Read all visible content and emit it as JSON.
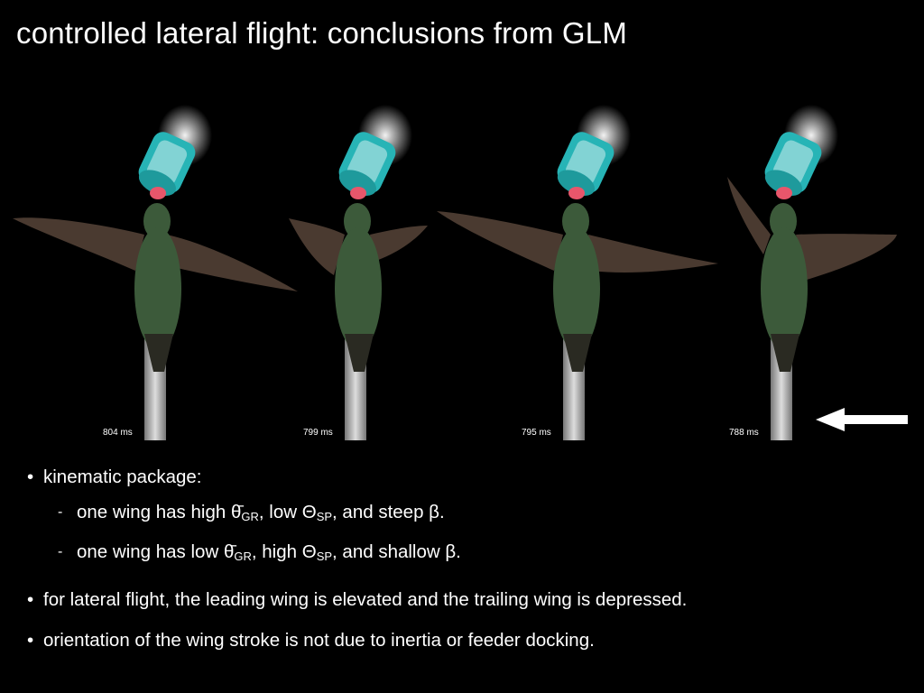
{
  "slide": {
    "title": "controlled lateral flight: conclusions from GLM"
  },
  "frames": [
    {
      "time": "804 ms"
    },
    {
      "time": "799 ms"
    },
    {
      "time": "795 ms"
    },
    {
      "time": "788 ms"
    }
  ],
  "direction_arrow": {
    "icon": "left-arrow-icon",
    "color": "#ffffff"
  },
  "bullets": {
    "b1": "kinematic package:",
    "sub1": {
      "prefix": "one wing has high ",
      "theta_bar": "θ̄",
      "gr": "GR",
      "mid1": ", low ",
      "theta_cap": "Θ",
      "sp": "SP",
      "suffix": ", and steep β."
    },
    "sub2": {
      "prefix": "one wing has low ",
      "theta_bar": "θ̄",
      "gr": "GR",
      "mid1": ", high ",
      "theta_cap": "Θ",
      "sp": "SP",
      "suffix": ", and shallow β."
    },
    "b2": "for lateral flight, the leading wing is elevated and the trailing wing is depressed.",
    "b3": "orientation of the wing stroke is not due to inertia or feeder docking."
  },
  "colors": {
    "background": "#000000",
    "text": "#ffffff",
    "feeder_teal": "#27b4b6",
    "feeder_tip": "#e8566b",
    "bird_green": "#3c5a3a",
    "wing_brown": "#4a3a30",
    "pole": "#b8b8b8"
  }
}
